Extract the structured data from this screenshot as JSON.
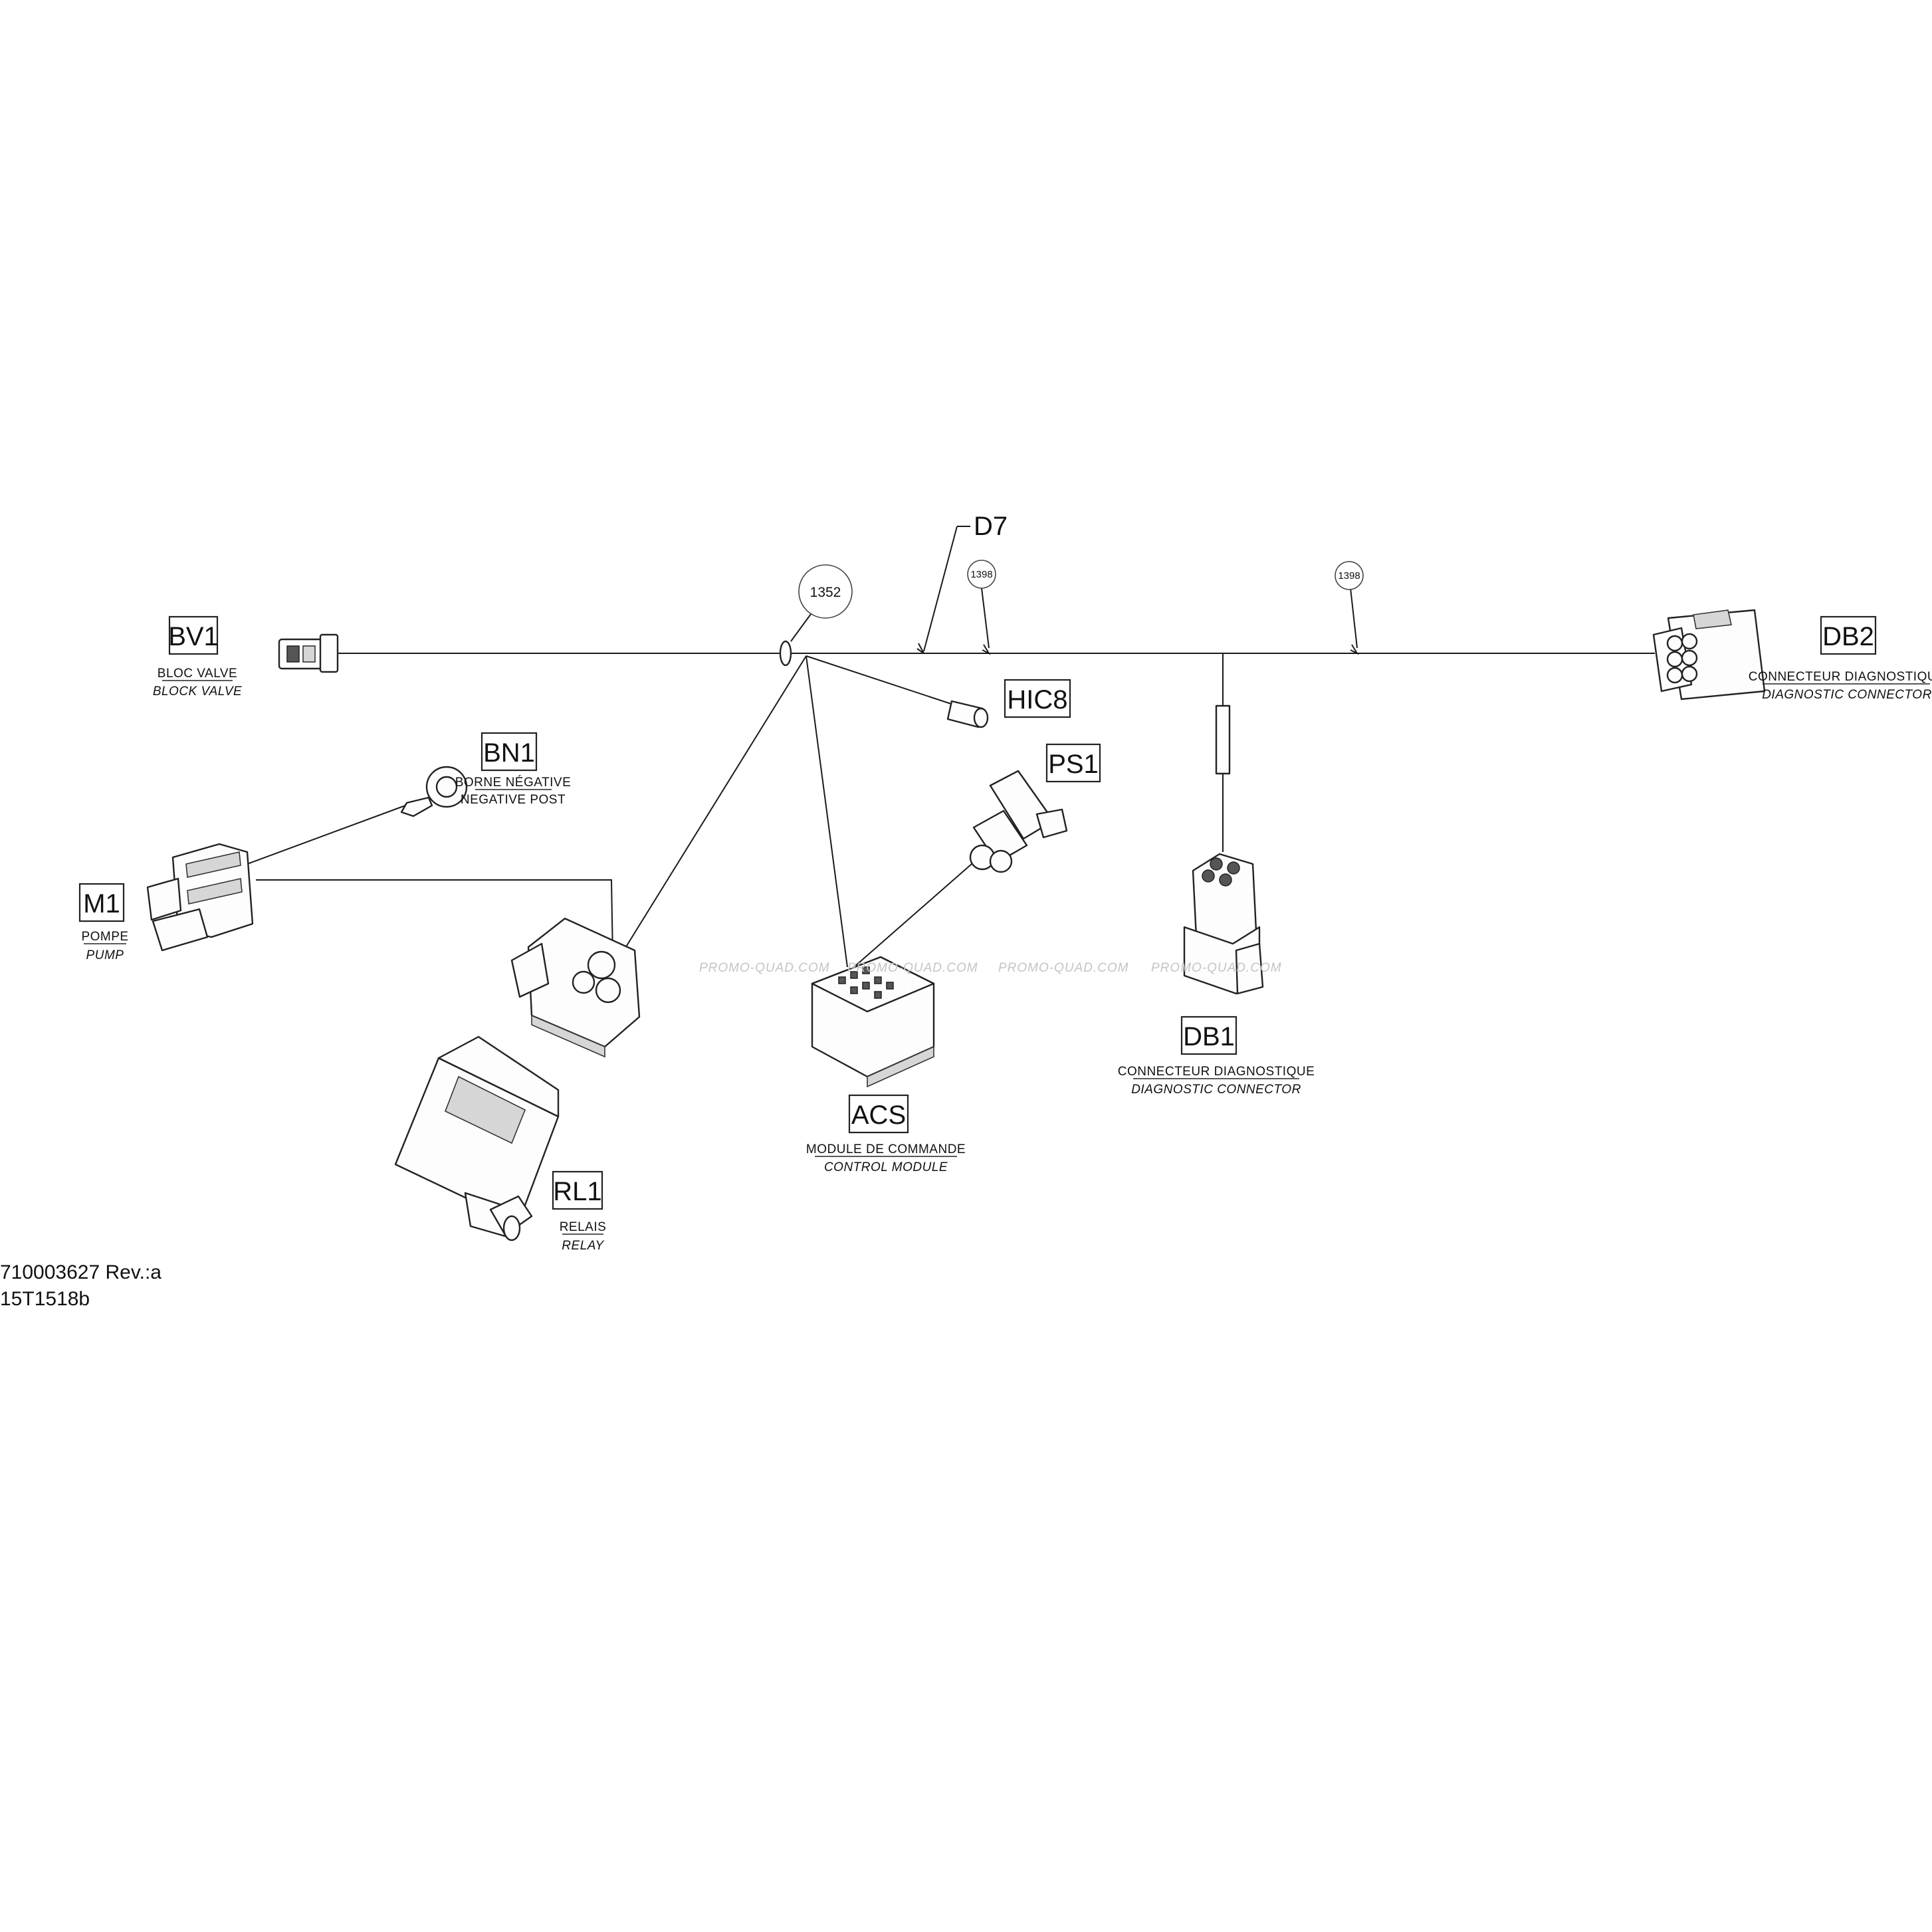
{
  "components": {
    "BV1": {
      "code": "BV1",
      "fr": "BLOC VALVE",
      "en": "BLOCK VALVE"
    },
    "BN1": {
      "code": "BN1",
      "fr": "BORNE NÉGATIVE",
      "en": "NEGATIVE POST"
    },
    "M1": {
      "code": "M1",
      "fr": "POMPE",
      "en": "PUMP"
    },
    "RL1": {
      "code": "RL1",
      "fr": "RELAIS",
      "en": "RELAY"
    },
    "ACS": {
      "code": "ACS",
      "fr": "MODULE DE COMMANDE",
      "en": "CONTROL MODULE"
    },
    "DB1": {
      "code": "DB1",
      "fr": "CONNECTEUR DIAGNOSTIQUE",
      "en": "DIAGNOSTIC CONNECTOR"
    },
    "DB2": {
      "code": "DB2",
      "fr": "CONNECTEUR DIAGNOSTIQUE",
      "en": "DIAGNOSTIC CONNECTOR"
    },
    "HIC8": {
      "code": "HIC8"
    },
    "PS1": {
      "code": "PS1"
    }
  },
  "harness": {
    "code": "D7"
  },
  "callouts": {
    "c1352": "1352",
    "c1398a": "1398",
    "c1398b": "1398"
  },
  "watermarks": [
    "PROMO-QUAD.COM",
    "PROMO-QUAD.COM",
    "PROMO-QUAD.COM",
    "PROMO-QUAD.COM"
  ],
  "footer": {
    "part_number": "710003627 Rev.:a",
    "drawing_code": "15T1518b"
  }
}
